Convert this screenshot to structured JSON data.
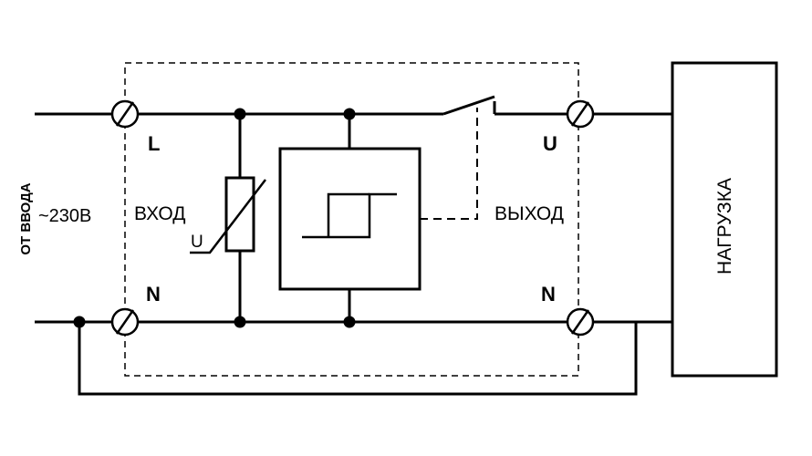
{
  "labels": {
    "source_line1": "ОТ ВВОДА",
    "source_line2": "~230В",
    "input": "ВХОД",
    "output": "ВЫХОД",
    "load": "НАГРУЗКА",
    "term_l": "L",
    "term_n_in": "N",
    "term_u": "U",
    "term_n_out": "N",
    "varistor_u": "U"
  }
}
